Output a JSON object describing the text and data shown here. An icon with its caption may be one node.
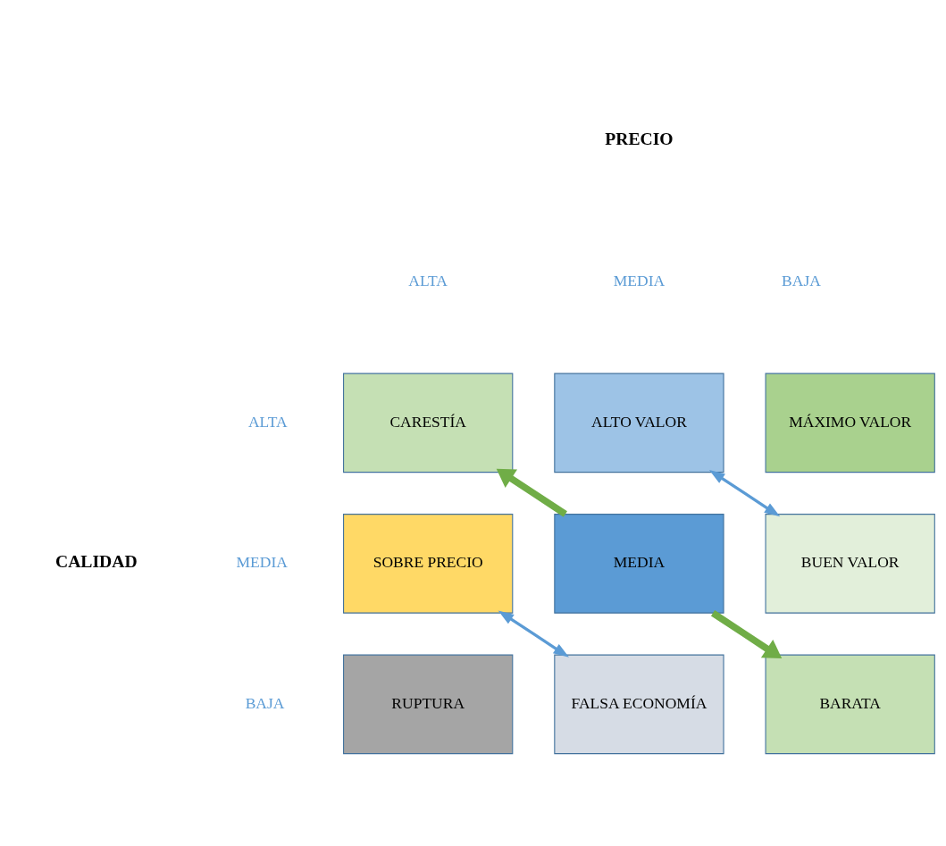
{
  "diagram": {
    "nodes": [
      {
        "text": [
          "CARESTÍA"
        ]
      },
      {
        "text": [
          "ALTO VALOR"
        ]
      },
      {
        "text": [
          "MÁXIMO VALOR"
        ]
      },
      {
        "text": [
          "SOBRE PRECIO"
        ]
      },
      {
        "text": [
          "MEDIA"
        ]
      },
      {
        "text": [
          "BUEN VALOR"
        ]
      },
      {
        "text": [
          "RUPTURA"
        ]
      },
      {
        "text": [
          "FALSA ECONOMÍA"
        ]
      },
      {
        "text": [
          "BARATA"
        ]
      }
    ],
    "edges": [
      {
        "from": 4,
        "to": 0,
        "arrow": "to",
        "style": "thick",
        "color": "#70ad47"
      },
      {
        "from": 4,
        "to": 8,
        "arrow": "to",
        "style": "thick",
        "color": "#70ad47"
      },
      {
        "from": 1,
        "to": 5,
        "arrow": "both",
        "color": "#5b9bd5"
      },
      {
        "from": 3,
        "to": 7,
        "arrow": "both",
        "color": "#5b9bd5"
      }
    ],
    "labels": [
      "PRECIO",
      "ALTA",
      "MEDIA",
      "BAJA",
      "ALTA",
      "MEDIA",
      "BAJA",
      "CALIDAD"
    ]
  }
}
